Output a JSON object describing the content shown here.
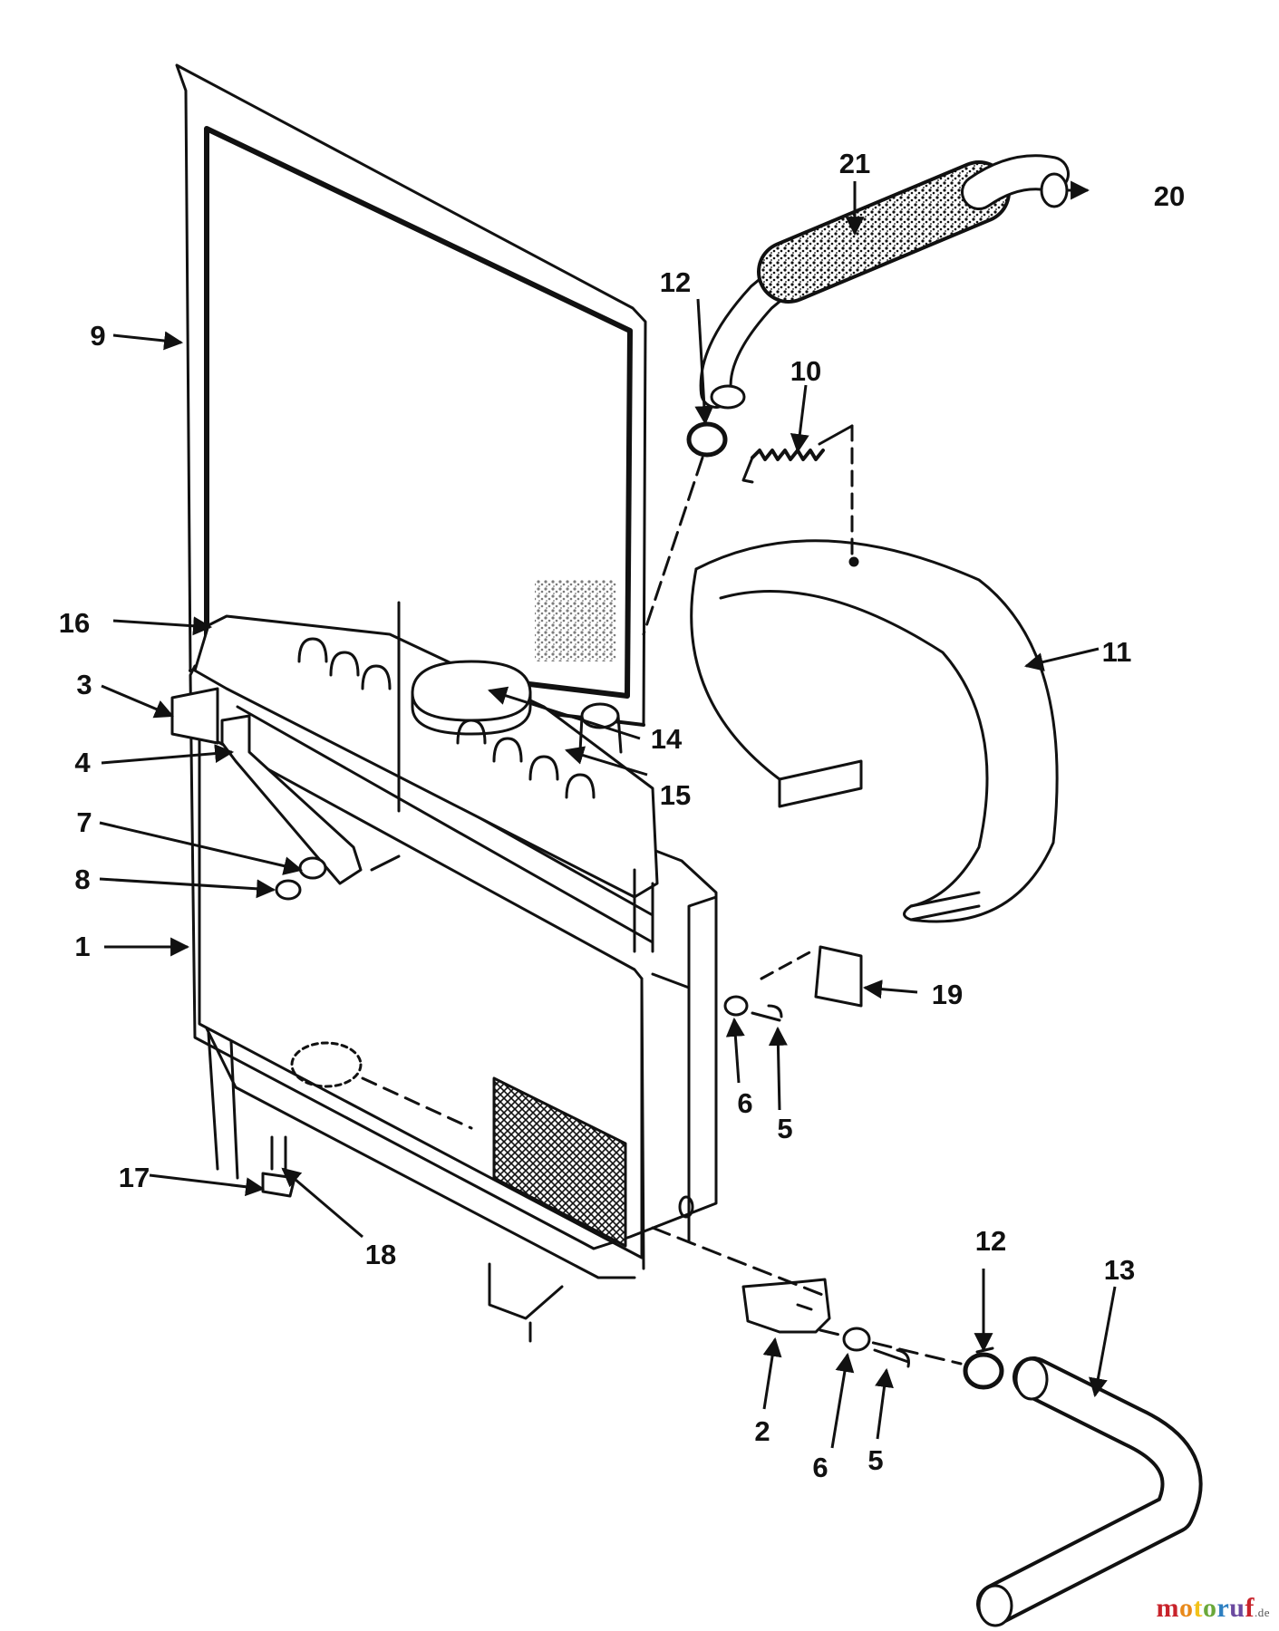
{
  "diagram": {
    "part_labels": [
      "1",
      "2",
      "3",
      "4",
      "5",
      "5",
      "6",
      "6",
      "7",
      "8",
      "9",
      "10",
      "11",
      "12",
      "12",
      "13",
      "14",
      "15",
      "16",
      "17",
      "18",
      "19",
      "20",
      "21"
    ]
  },
  "watermark": {
    "text": "motoruf",
    "tld": ".de",
    "letter_colors": [
      "#c8232b",
      "#e8891a",
      "#f2c21b",
      "#6aa83a",
      "#2d7fc1",
      "#6b4aa0",
      "#c8232b"
    ]
  },
  "colors": {
    "line": "#111111",
    "paper": "#ffffff"
  }
}
